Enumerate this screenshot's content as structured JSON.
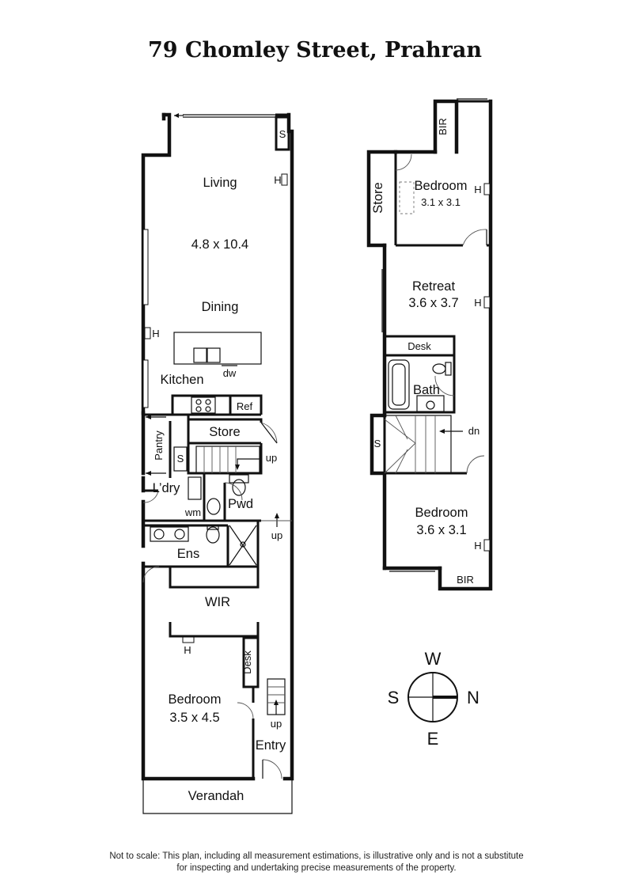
{
  "title": "79 Chomley Street, Prahran",
  "ground_floor": {
    "living": "Living",
    "living_dims": "4.8 x 10.4",
    "dining": "Dining",
    "kitchen": "Kitchen",
    "dw": "dw",
    "ref": "Ref",
    "store": "Store",
    "pantry": "Pantry",
    "s_living": "S",
    "s_pantry": "S",
    "h_living": "H",
    "h_dining": "H",
    "h_bedroom": "H",
    "up_stair": "up",
    "up_hall": "up",
    "up_entry": "up",
    "laundry": "L’dry",
    "wm": "wm",
    "pwd": "Pwd",
    "ens": "Ens",
    "wir": "WIR",
    "desk": "Desk",
    "bedroom": "Bedroom",
    "bedroom_dims": "3.5 x 4.5",
    "entry": "Entry",
    "verandah": "Verandah"
  },
  "first_floor": {
    "bir_top": "BIR",
    "store": "Store",
    "bedroom1": "Bedroom",
    "bedroom1_dims": "3.1 x 3.1",
    "retreat": "Retreat",
    "retreat_dims": "3.6 x 3.7",
    "desk": "Desk",
    "bath": "Bath",
    "s_stair": "S",
    "dn": "dn",
    "bedroom2": "Bedroom",
    "bedroom2_dims": "3.6 x 3.1",
    "bir_bottom": "BIR",
    "h1": "H",
    "h2": "H",
    "h3": "H"
  },
  "compass": {
    "w": "W",
    "s": "S",
    "n": "N",
    "e": "E"
  },
  "disclaimer_line1": "Not to scale: This plan, including all measurement estimations, is illustrative only and is not a substitute",
  "disclaimer_line2": "for inspecting and undertaking precise measurements of the property."
}
